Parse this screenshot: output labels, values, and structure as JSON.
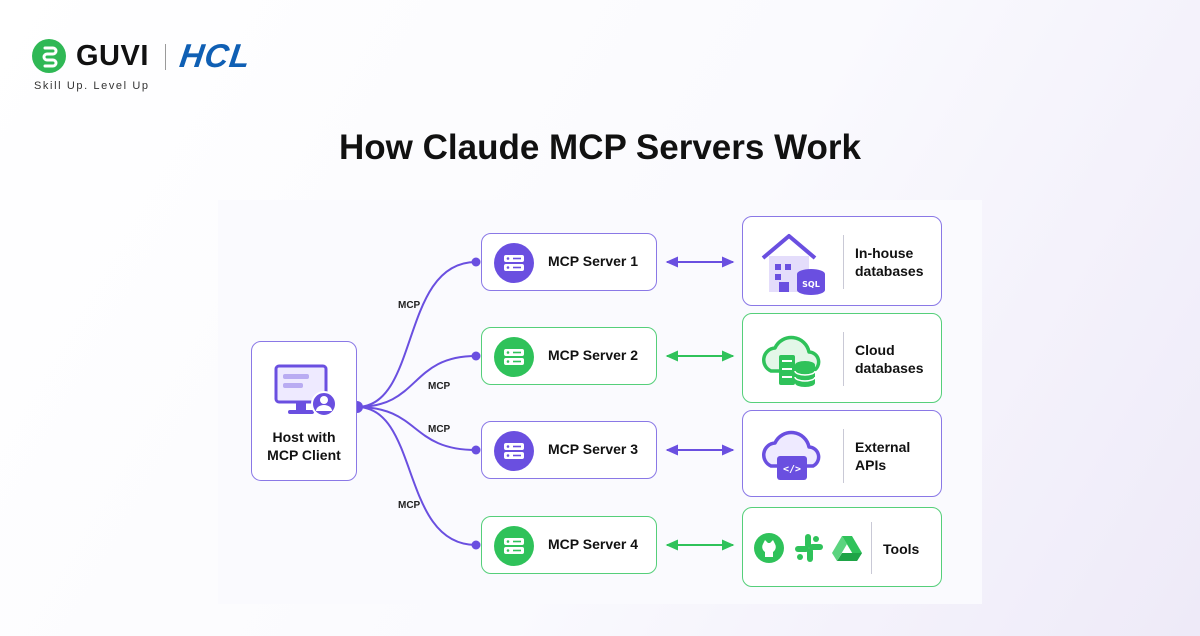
{
  "brand": {
    "logo_text": "GUVI",
    "partner": "HCL",
    "tagline": "Skill Up. Level Up"
  },
  "title": "How Claude MCP Servers Work",
  "host": {
    "label": "Host with\nMCP Client",
    "icon": "monitor-user-icon"
  },
  "edge_label": "MCP",
  "servers": [
    {
      "label": "MCP Server 1",
      "color": "#6a4fe0"
    },
    {
      "label": "MCP Server 2",
      "color": "#2fc25a"
    },
    {
      "label": "MCP Server 3",
      "color": "#6a4fe0"
    },
    {
      "label": "MCP Server 4",
      "color": "#2fc25a"
    }
  ],
  "resources": [
    {
      "label": "In-house\ndatabases",
      "icon": "house-sql-database-icon",
      "icon_text": "SQL"
    },
    {
      "label": "Cloud\ndatabases",
      "icon": "cloud-database-icon"
    },
    {
      "label": "External\nAPIs",
      "icon": "cloud-code-api-icon",
      "icon_text": "</>"
    },
    {
      "label": "Tools",
      "icon": "github-slack-drive-icons"
    }
  ],
  "colors": {
    "purple": "#6a4fe0",
    "purple_border": "#8a78e6",
    "green": "#2fc25a",
    "green_border": "#55cf7a",
    "hcl_blue": "#0f5fb4",
    "guvi_green": "#2fb855"
  }
}
